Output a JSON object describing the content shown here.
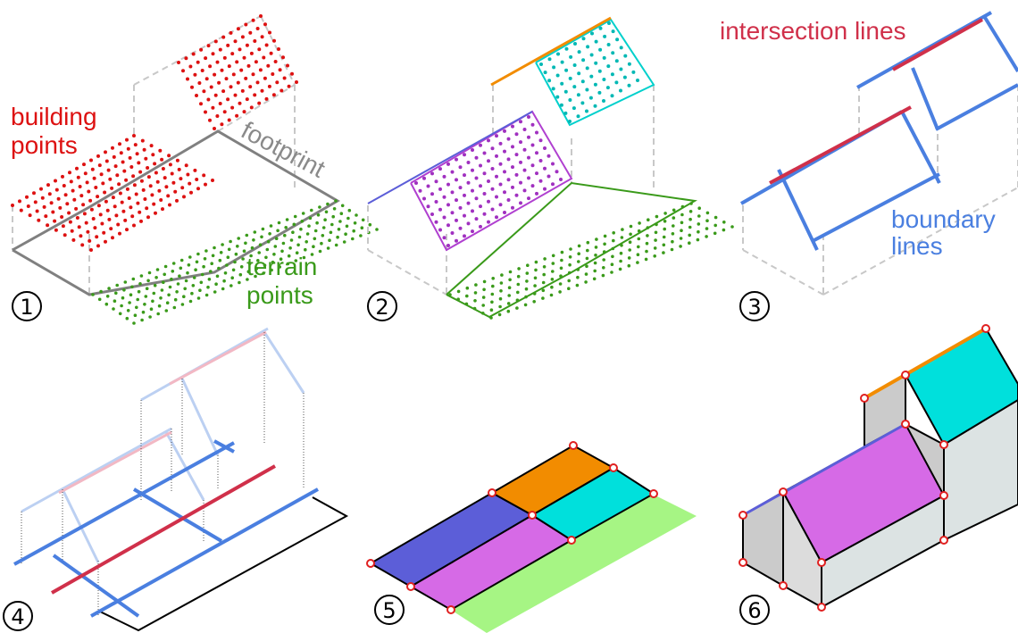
{
  "panels": [
    {
      "id": 1,
      "step_label": "1",
      "annotations": {
        "building": "building\npoints",
        "footprint": "footprint",
        "terrain": "terrain\npoints"
      }
    },
    {
      "id": 2,
      "step_label": "2"
    },
    {
      "id": 3,
      "step_label": "3",
      "annotations": {
        "intersection": "intersection lines",
        "boundary": "boundary\nlines"
      }
    },
    {
      "id": 4,
      "step_label": "4"
    },
    {
      "id": 5,
      "step_label": "5"
    },
    {
      "id": 6,
      "step_label": "6"
    }
  ],
  "colors": {
    "building_points": "#dd1111",
    "terrain_points": "#3a9a1a",
    "footprint": "#808080",
    "purple_roof": "#d66ae6",
    "cyan_roof": "#00e0dc",
    "orange_ridge": "#f28c00",
    "blue_lines": "#4a7fe0",
    "red_line": "#d0304a",
    "dark_blue_face": "#5c5ed8",
    "green_terrain": "#a6f584",
    "wall_grey": "#cbcbcb",
    "wall_light": "#dce3e3"
  }
}
